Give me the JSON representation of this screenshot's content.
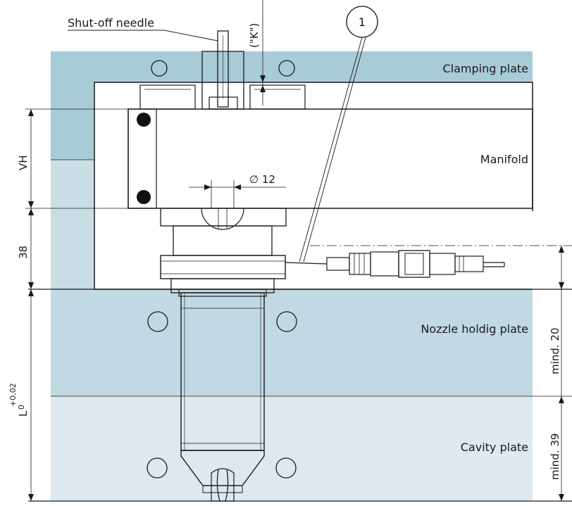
{
  "labels": {
    "needle": "Shut-off needle",
    "clamping": "Clamping plate",
    "manifold": "Manifold",
    "nozzle": "Nozzle holdig plate",
    "cavity": "Cavity plate",
    "callout": "1"
  },
  "dimensions": {
    "k": "(\"K\")",
    "vh": "VH",
    "d12": "∅ 12",
    "d38": "38",
    "l": "L",
    "tol_upper": "+0,02",
    "tol_lower": "0",
    "min20": "mind. 20",
    "min39": "mind. 39"
  },
  "colors": {
    "clamping_plate": "#a8cbd8",
    "clamping_light": "#c9dde5",
    "nozzle_plate": "#c1d9e3",
    "cavity_plate": "#dde9ef",
    "manifold": "#929292",
    "line": "#1a1a1a"
  }
}
